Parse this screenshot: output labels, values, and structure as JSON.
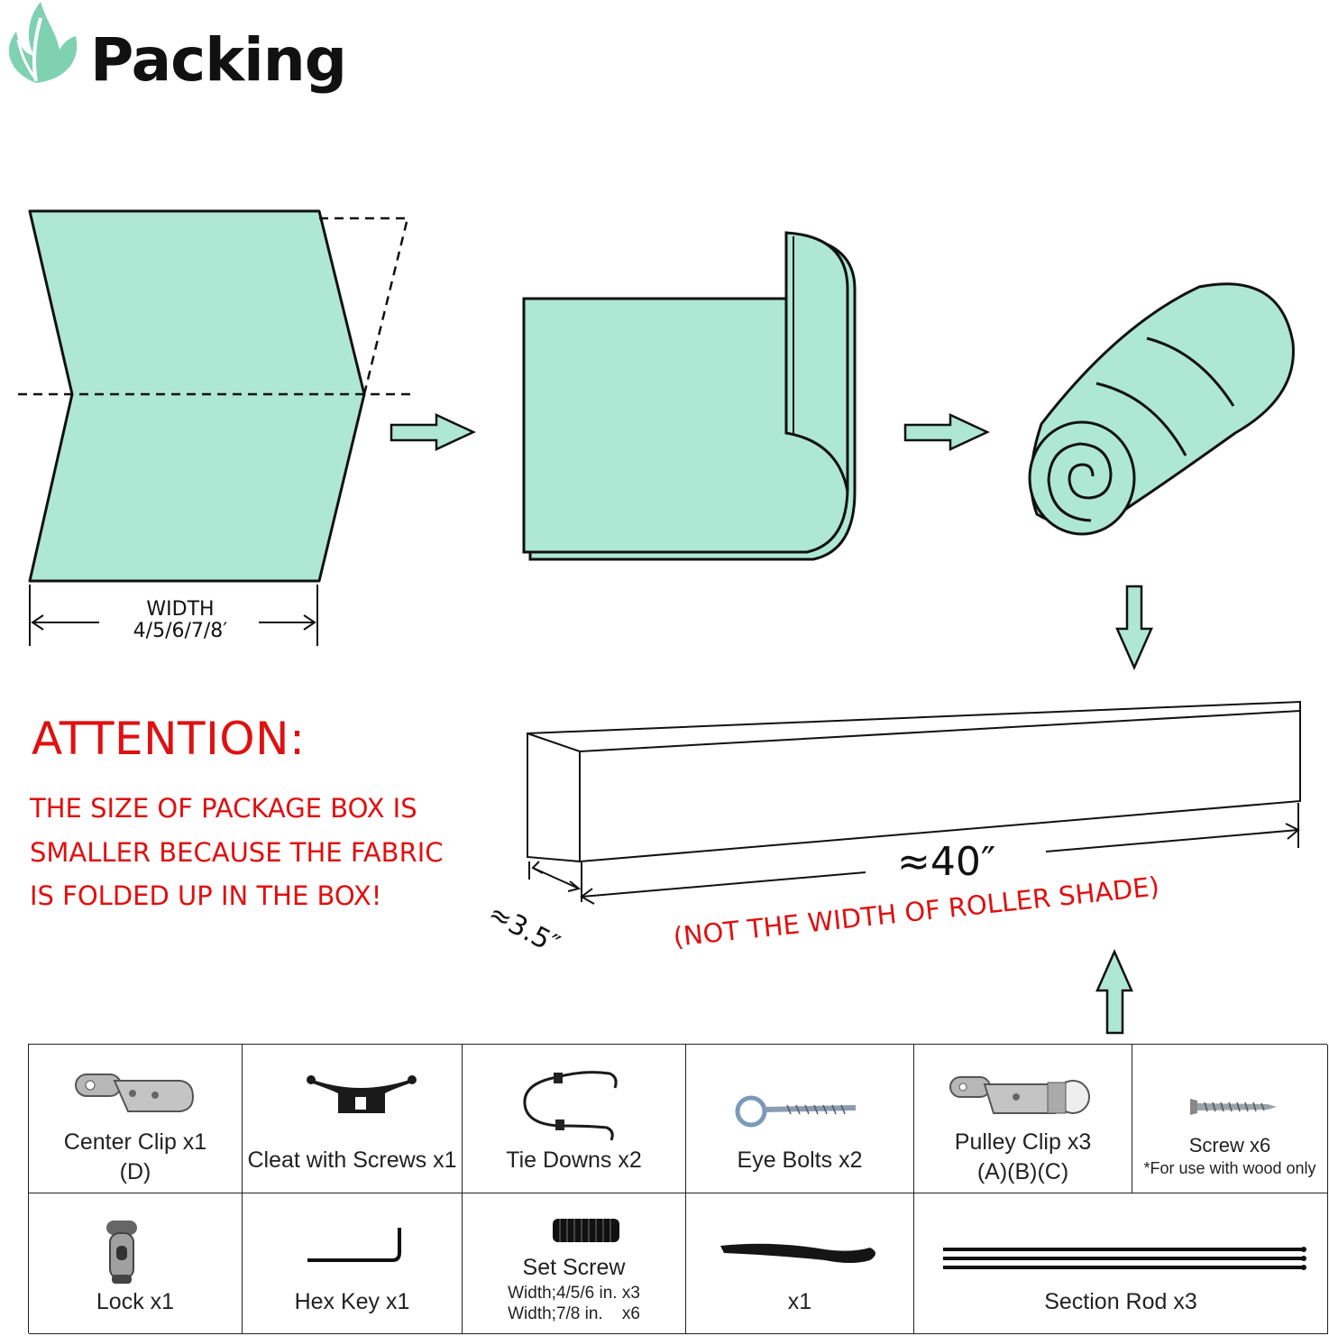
{
  "header": {
    "title": "Packing",
    "logo_icon": "green-leaf-flame-icon"
  },
  "diagram": {
    "width_label": "WIDTH",
    "width_values": "4/5/6/7/8′",
    "fabric_color": "#aee8d4",
    "arrow_color": "#aee8d4"
  },
  "attention": {
    "title": "ATTENTION:",
    "lines": [
      "THE SIZE OF PACKAGE BOX IS",
      "SMALLER BECAUSE THE FABRIC",
      "IS FOLDED UP IN THE BOX!"
    ],
    "color": "#e01010"
  },
  "box": {
    "length": "≈40″",
    "depth": "≈3.5″",
    "note": "(NOT THE WIDTH OF ROLLER SHADE)"
  },
  "parts": [
    {
      "label": "Center Clip x1",
      "sub_label": "(D)",
      "icon": "center-clip-icon"
    },
    {
      "label": "Cleat with Screws x1",
      "icon": "cleat-icon"
    },
    {
      "label": "Tie Downs x2",
      "icon": "bungee-cord-icon"
    },
    {
      "label": "Eye Bolts x2",
      "icon": "eye-bolt-icon"
    },
    {
      "label": "Pulley Clip x3",
      "sub_label": "(A)(B)(C)",
      "icon": "pulley-clip-icon"
    },
    {
      "label": "Screw x6",
      "note": "*For use with wood only",
      "icon": "screw-icon"
    },
    {
      "label": "Lock x1",
      "icon": "cord-lock-icon"
    },
    {
      "label": "Hex Key x1",
      "icon": "hex-key-icon"
    },
    {
      "label": "Set Screw",
      "note": "Width;4/5/6 in. x3\nWidth;7/8 in.    x6",
      "icon": "set-screw-icon"
    },
    {
      "label": "x1",
      "icon": "cord-icon"
    },
    {
      "label": "Section Rod x3",
      "icon": "section-rod-icon"
    }
  ]
}
